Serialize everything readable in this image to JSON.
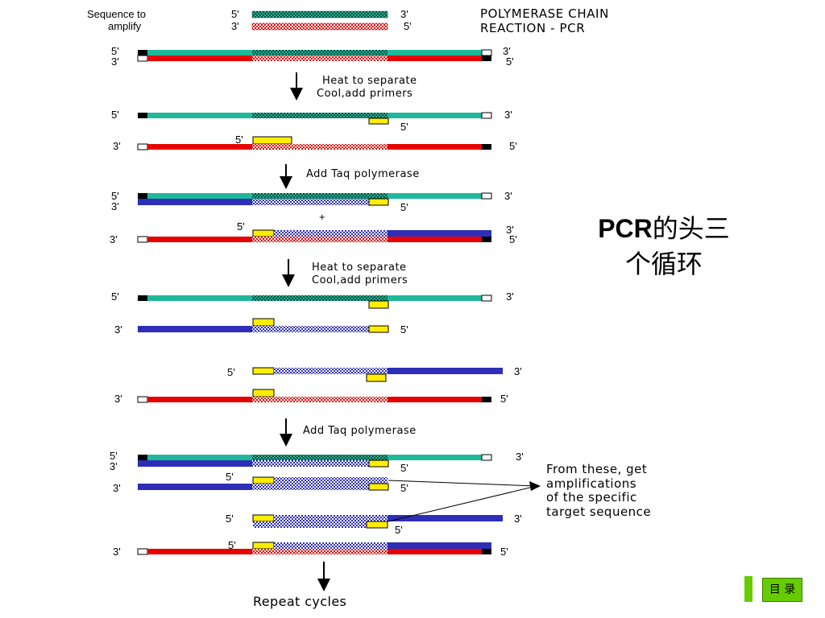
{
  "colors": {
    "teal": "#1fb89a",
    "red": "#e60000",
    "blue": "#2e2eb8",
    "yellow": "#ffee00",
    "nav_green": "#66cc00"
  },
  "header": {
    "sequence_to": "Sequence to",
    "amplify": "amplify",
    "title_line1": "POLYMERASE CHAIN",
    "title_line2": "REACTION - PCR"
  },
  "ends": {
    "five": "5'",
    "three": "3'"
  },
  "steps": {
    "heat": "Heat to separate",
    "cool": "Cool,add primers",
    "taq": "Add Taq polymerase",
    "plus": "+",
    "repeat": "Repeat cycles"
  },
  "note": {
    "line1": "From these, get",
    "line2": "amplifications",
    "line3": "of the specific",
    "line4": "target sequence"
  },
  "side_title": {
    "bold": "PCR",
    "rest1": "的头三",
    "rest2": "个循环"
  },
  "nav": {
    "label": "目 录"
  }
}
